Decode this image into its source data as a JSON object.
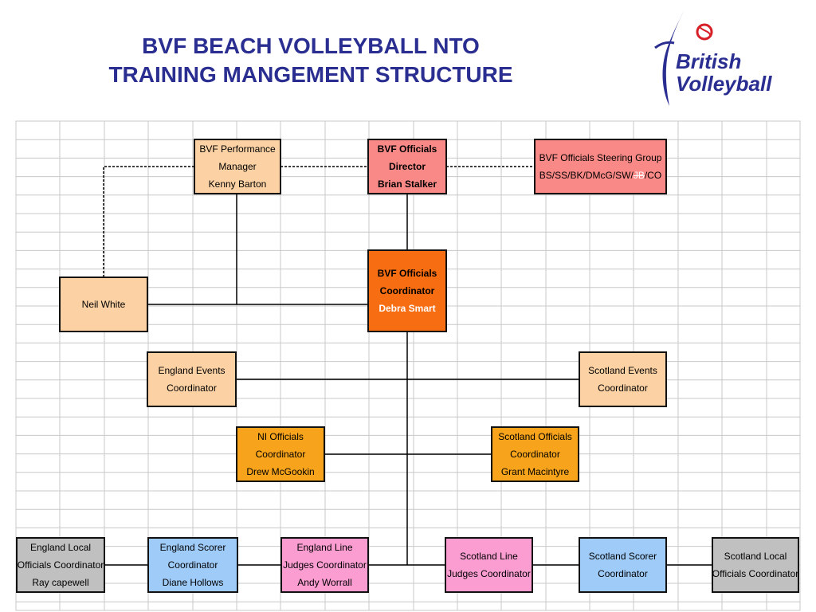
{
  "title": {
    "line1": "BVF BEACH VOLLEYBALL NTO",
    "line2": "TRAINING MANGEMENT STRUCTURE"
  },
  "logo": {
    "line1": "British",
    "line2": "Volleyball",
    "icon": "volleyball-figure-icon",
    "color": "#2a2e91",
    "accent": "#d61f26"
  },
  "nodes": {
    "performance_manager": {
      "lines": [
        "BVF Performance",
        "Manager",
        "Kenny Barton"
      ]
    },
    "officials_director": {
      "lines": [
        "BVF Officials",
        "Director",
        "Brian Stalker"
      ]
    },
    "steering_group": {
      "line1": "BVF Officials Steering Group",
      "line2_a": "BS/SS/BK/DMcG/SW/",
      "line2_strike": "JB",
      "line2_b": "/CO"
    },
    "neil_white": {
      "lines": [
        "Neil White"
      ]
    },
    "officials_coordinator": {
      "lines": [
        "BVF Officials",
        "Coordinator",
        "Debra Smart"
      ]
    },
    "england_events": {
      "lines": [
        "England Events",
        "Coordinator"
      ]
    },
    "scotland_events": {
      "lines": [
        "Scotland Events",
        "Coordinator"
      ]
    },
    "ni_officials": {
      "lines": [
        "NI Officials",
        "Coordinator",
        "Drew McGookin"
      ]
    },
    "scotland_officials": {
      "lines": [
        "Scotland Officials",
        "Coordinator",
        "Grant Macintyre"
      ]
    },
    "england_local": {
      "lines": [
        "England Local",
        "Officials Coordinator",
        "Ray capewell"
      ]
    },
    "england_scorer": {
      "lines": [
        "England Scorer",
        "Coordinator",
        "Diane Hollows"
      ]
    },
    "england_line": {
      "lines": [
        "England Line",
        "Judges Coordinator",
        "Andy Worrall"
      ]
    },
    "scotland_line": {
      "lines": [
        "Scotland Line",
        "Judges Coordinator"
      ]
    },
    "scotland_scorer": {
      "lines": [
        "Scotland Scorer",
        "Coordinator"
      ]
    },
    "scotland_local": {
      "lines": [
        "Scotland Local",
        "Officials Coordinator"
      ]
    }
  },
  "colors": {
    "peach": "#fcd1a3",
    "salmon": "#f98986",
    "orange_dark": "#f76d12",
    "orange": "#f7a31b",
    "grey": "#c0c0c0",
    "blue": "#9fcbf9",
    "pink": "#fc9dd2",
    "grid": "#c8c8c8",
    "title": "#2a2e91"
  }
}
